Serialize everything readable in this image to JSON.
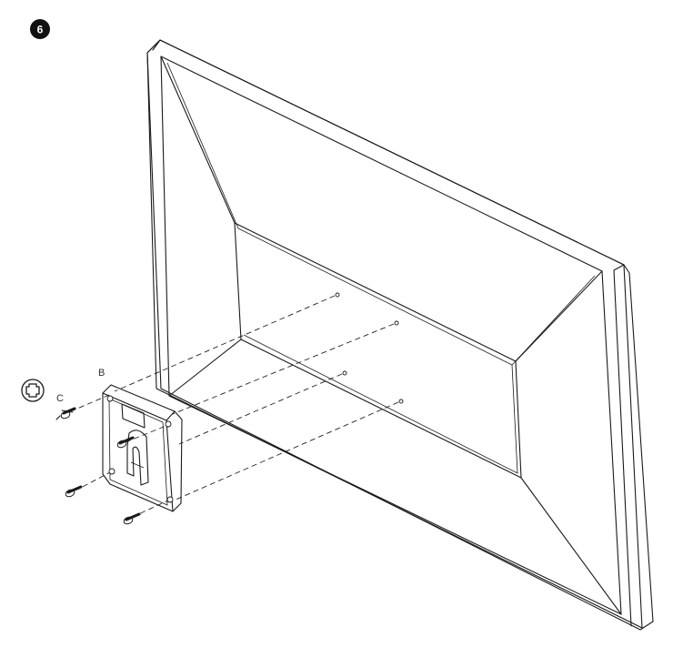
{
  "step": {
    "number": "6"
  },
  "labels": {
    "bracket": "B",
    "screw": "C"
  },
  "icons": {
    "screwdriver": "phillips-screwdriver-icon"
  },
  "colors": {
    "ink": "#1a1a1a",
    "background": "#ffffff",
    "badge": "#111111"
  }
}
